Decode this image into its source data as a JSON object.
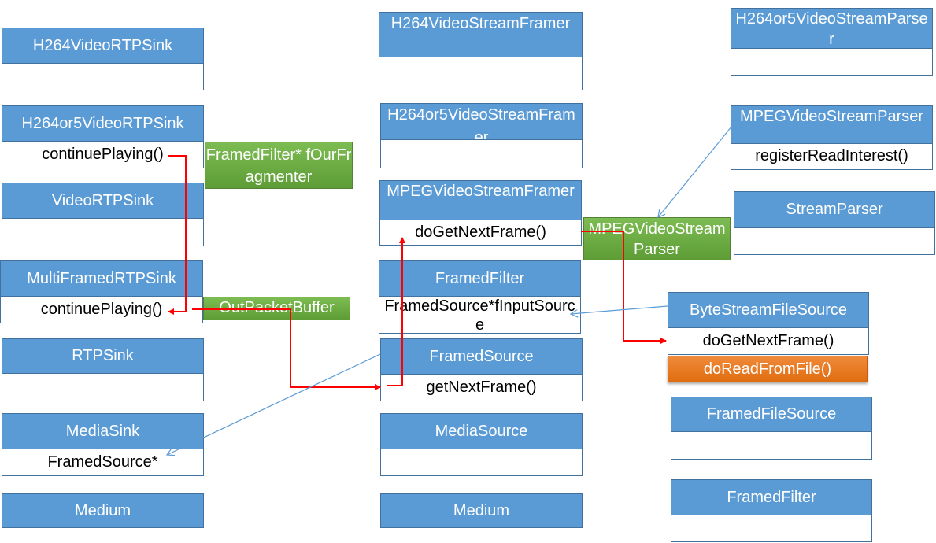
{
  "classes": {
    "h264VideoRTPSink": {
      "name": "H264VideoRTPSink",
      "member": ""
    },
    "h264or5VideoRTPSink": {
      "name": "H264or5VideoRTPSink",
      "member": "continuePlaying()"
    },
    "videoRTPSink": {
      "name": "VideoRTPSink",
      "member": ""
    },
    "multiFramedRTPSink": {
      "name": "MultiFramedRTPSink",
      "member": "continuePlaying()"
    },
    "rtpSink": {
      "name": "RTPSink",
      "member": ""
    },
    "mediaSink": {
      "name": "MediaSink",
      "member": "FramedSource*"
    },
    "mediumLeft": {
      "name": "Medium"
    },
    "h264VideoStreamFramer": {
      "name": "H264VideoStreamFramer",
      "member": ""
    },
    "h264or5VideoStreamFramer": {
      "name": "H264or5VideoStreamFramer",
      "member": ""
    },
    "mpegVideoStreamFramer": {
      "name": "MPEGVideoStreamFramer",
      "member": "doGetNextFrame()"
    },
    "framedFilterMid": {
      "name": "FramedFilter",
      "member": "FramedSource*fInputSource"
    },
    "framedSource": {
      "name": "FramedSource",
      "member": "getNextFrame()"
    },
    "mediaSource": {
      "name": "MediaSource",
      "member": ""
    },
    "mediumMid": {
      "name": "Medium"
    },
    "h264or5VideoStreamParser": {
      "name": "H264or5VideoStreamParser",
      "member": ""
    },
    "mpegVideoStreamParser": {
      "name": "MPEGVideoStreamParser",
      "member": "registerReadInterest()"
    },
    "streamParser": {
      "name": "StreamParser",
      "member": ""
    },
    "byteStreamFileSource": {
      "name": "ByteStreamFileSource",
      "member": "doGetNextFrame()"
    },
    "framedFileSource": {
      "name": "FramedFileSource",
      "member": ""
    },
    "framedFilterRight": {
      "name": "FramedFilter",
      "member": ""
    }
  },
  "tags": {
    "framedFilterFragmenter": "FramedFilter* fOurFragmenter",
    "outPacketBuffer": "OutPacketBuffer",
    "mpegVideoStreamParserTag": "MPEGVideoStreamParser",
    "doReadFromFile": "doReadFromFile()"
  },
  "colors": {
    "classHeader": "#5b9bd5",
    "tagGreen": "#70ad47",
    "tagOrange": "#ed7d31",
    "callArrow": "#ff0000",
    "refArrow": "#5b9bd5"
  }
}
